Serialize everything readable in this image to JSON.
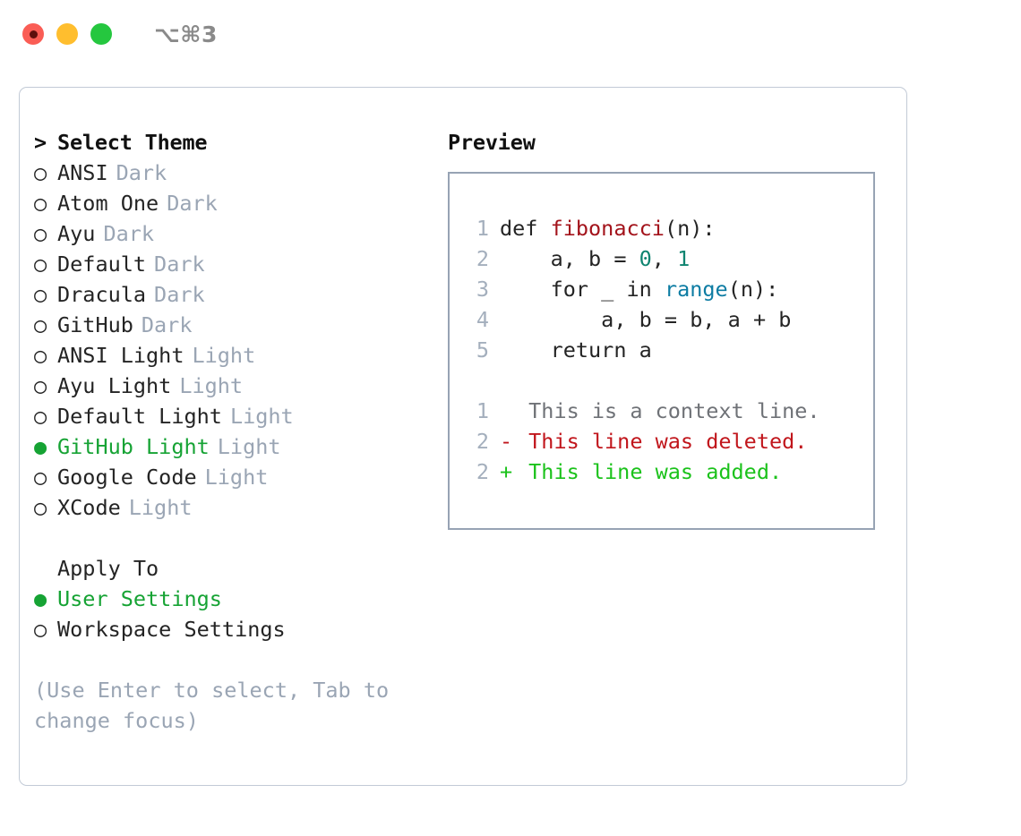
{
  "titlebar": {
    "shortcut": "⌥⌘3",
    "close_label": "close",
    "minimize_label": "minimize",
    "maximize_label": "maximize",
    "colors": {
      "close": "#fa5d55",
      "minimize": "#ffbe2e",
      "maximize": "#25c73f"
    }
  },
  "theme_list": {
    "header": {
      "marker": ">",
      "label": "Select Theme"
    },
    "items": [
      {
        "marker": "○",
        "label": "ANSI",
        "badge": "Dark",
        "selected": false
      },
      {
        "marker": "○",
        "label": "Atom One",
        "badge": "Dark",
        "selected": false
      },
      {
        "marker": "○",
        "label": "Ayu",
        "badge": "Dark",
        "selected": false
      },
      {
        "marker": "○",
        "label": "Default",
        "badge": "Dark",
        "selected": false
      },
      {
        "marker": "○",
        "label": "Dracula",
        "badge": "Dark",
        "selected": false
      },
      {
        "marker": "○",
        "label": "GitHub",
        "badge": "Dark",
        "selected": false
      },
      {
        "marker": "○",
        "label": "ANSI Light",
        "badge": "Light",
        "selected": false
      },
      {
        "marker": "○",
        "label": "Ayu Light",
        "badge": "Light",
        "selected": false
      },
      {
        "marker": "○",
        "label": "Default Light",
        "badge": "Light",
        "selected": false
      },
      {
        "marker": "●",
        "label": "GitHub Light",
        "badge": "Light",
        "selected": true
      },
      {
        "marker": "○",
        "label": "Google Code",
        "badge": "Light",
        "selected": false
      },
      {
        "marker": "○",
        "label": "XCode",
        "badge": "Light",
        "selected": false
      }
    ]
  },
  "apply_to": {
    "header": "Apply To",
    "items": [
      {
        "marker": "●",
        "label": "User Settings",
        "selected": true
      },
      {
        "marker": "○",
        "label": "Workspace Settings",
        "selected": false
      }
    ]
  },
  "hint": "(Use Enter to select, Tab to change focus)",
  "preview": {
    "title": "Preview",
    "code_lines": [
      {
        "number": "1",
        "tokens": [
          {
            "text": "def ",
            "type": "plain"
          },
          {
            "text": "fibonacci",
            "type": "fn"
          },
          {
            "text": "(n):",
            "type": "plain"
          }
        ]
      },
      {
        "number": "2",
        "tokens": [
          {
            "text": "    a, b = ",
            "type": "plain"
          },
          {
            "text": "0",
            "type": "num"
          },
          {
            "text": ", ",
            "type": "plain"
          },
          {
            "text": "1",
            "type": "num"
          }
        ]
      },
      {
        "number": "3",
        "tokens": [
          {
            "text": "    for _ in ",
            "type": "plain"
          },
          {
            "text": "range",
            "type": "call"
          },
          {
            "text": "(n):",
            "type": "plain"
          }
        ]
      },
      {
        "number": "4",
        "tokens": [
          {
            "text": "        a, b = b, a + b",
            "type": "plain"
          }
        ]
      },
      {
        "number": "5",
        "tokens": [
          {
            "text": "    return a",
            "type": "plain"
          }
        ]
      }
    ],
    "diff_lines": [
      {
        "number": "1",
        "marker": " ",
        "text": " This is a context line.",
        "kind": "context"
      },
      {
        "number": "2",
        "marker": "-",
        "text": " This line was deleted.",
        "kind": "del"
      },
      {
        "number": "2",
        "marker": "+",
        "text": " This line was added.",
        "kind": "add"
      }
    ]
  },
  "colors": {
    "accent_green": "#16a334",
    "badge_gray": "#9aa5b4",
    "panel_border": "#c2cad6",
    "preview_border": "#97a3b4",
    "syntax_function": "#a3131b",
    "syntax_call": "#0d7ca3",
    "syntax_number": "#0f8470",
    "diff_deleted": "#c1161c",
    "diff_added": "#1bc21b",
    "diff_context": "#6f7277"
  }
}
